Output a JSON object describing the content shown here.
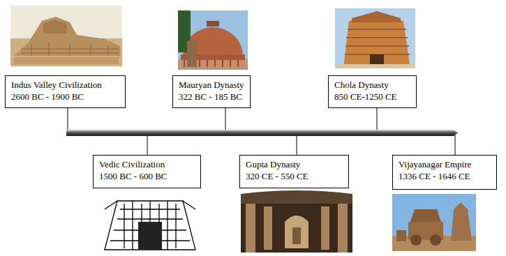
{
  "diagram": {
    "nodes": [
      {
        "text": [
          "Indus Valley Civilization",
          "2600 BC - 1900 BC"
        ]
      },
      {
        "text": [
          "Vedic Civilization",
          "1500 BC - 600 BC"
        ]
      },
      {
        "text": [
          "Mauryan Dynasty",
          "322 BC - 185 BC"
        ]
      },
      {
        "text": [
          "Gupta Dynasty",
          "320 CE - 550 CE"
        ]
      },
      {
        "text": [
          "Chola Dynasty",
          "850 CE-1250 CE"
        ]
      },
      {
        "text": [
          "Vijayanagar Empire",
          "1336 CE - 1646 CE"
        ]
      }
    ]
  }
}
